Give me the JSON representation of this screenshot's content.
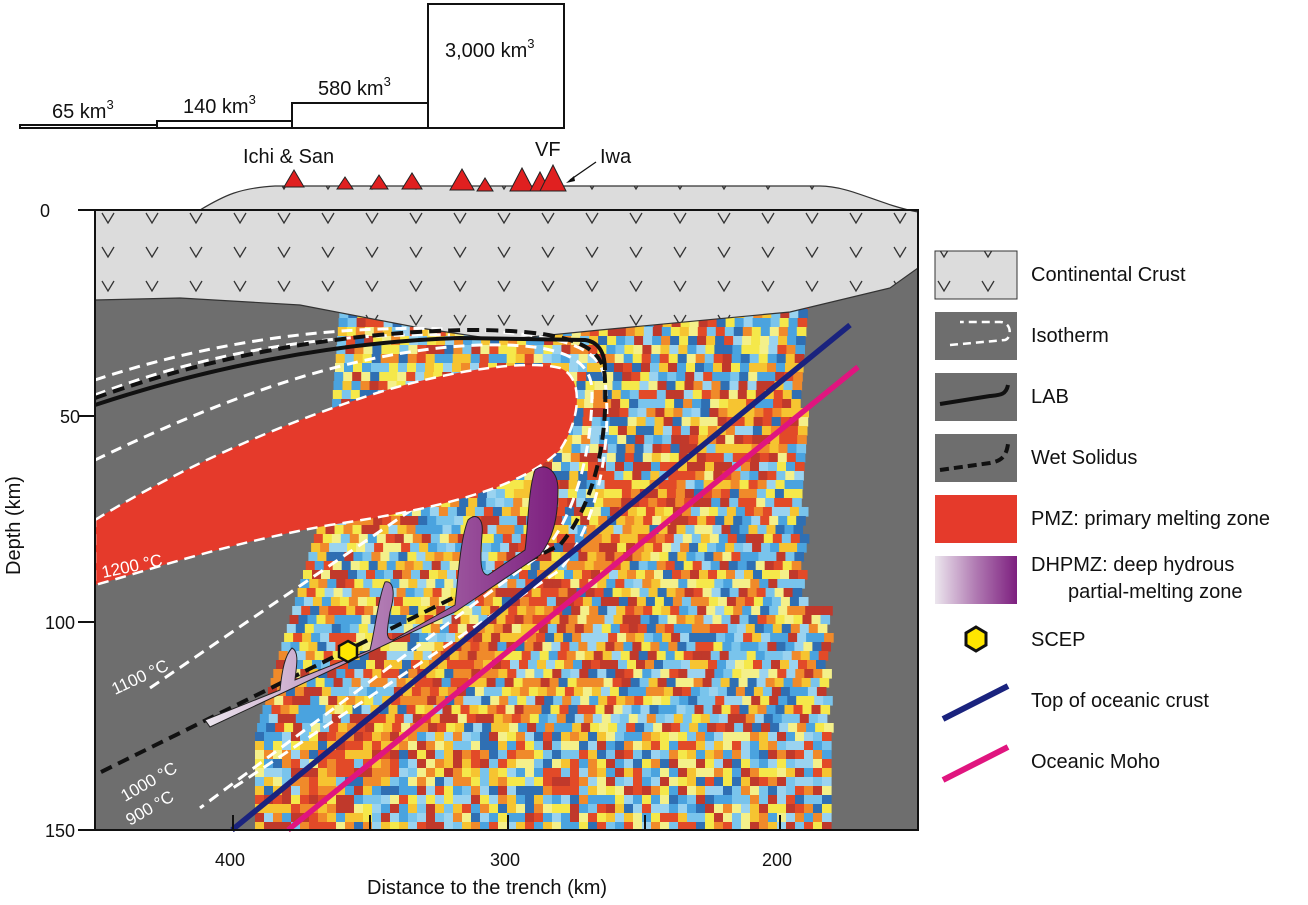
{
  "volume_bars": [
    {
      "label": "65 km",
      "sup": "3"
    },
    {
      "label": "140 km",
      "sup": "3"
    },
    {
      "label": "580 km",
      "sup": "3"
    },
    {
      "label": "3,000 km",
      "sup": "3"
    }
  ],
  "volcano_labels": {
    "ichi_san": "Ichi & San",
    "vf": "VF",
    "iwa": "Iwa"
  },
  "axes": {
    "x_title": "Distance to the trench (km)",
    "y_title": "Depth (km)",
    "x_ticks": [
      "400",
      "300",
      "200"
    ],
    "y_ticks": [
      "0",
      "50",
      "100",
      "150"
    ]
  },
  "isotherm_labels": {
    "t1200": "1200 °C",
    "t1100": "1100 °C",
    "t1000": "1000 °C",
    "t900": "900 °C"
  },
  "legend": {
    "continental_crust": "Continental Crust",
    "isotherm": "Isotherm",
    "lab": "LAB",
    "wet_solidus": "Wet Solidus",
    "pmz": "PMZ: primary melting zone",
    "dhpmz_line1": "DHPMZ: deep hydrous",
    "dhpmz_line2": "partial-melting zone",
    "scep": "SCEP",
    "top_oceanic_crust": "Top of oceanic crust",
    "oceanic_moho": "Oceanic Moho"
  },
  "colors": {
    "crust": "#dcdcdc",
    "mantle_gray": "#6e6e6e",
    "pmz": "#e53a2b",
    "dhpmz": "#8e2a8e",
    "top_oceanic_crust": "#1a237e",
    "oceanic_moho": "#e0157f",
    "scep": "#ffe600",
    "volcano": "#e02020"
  }
}
